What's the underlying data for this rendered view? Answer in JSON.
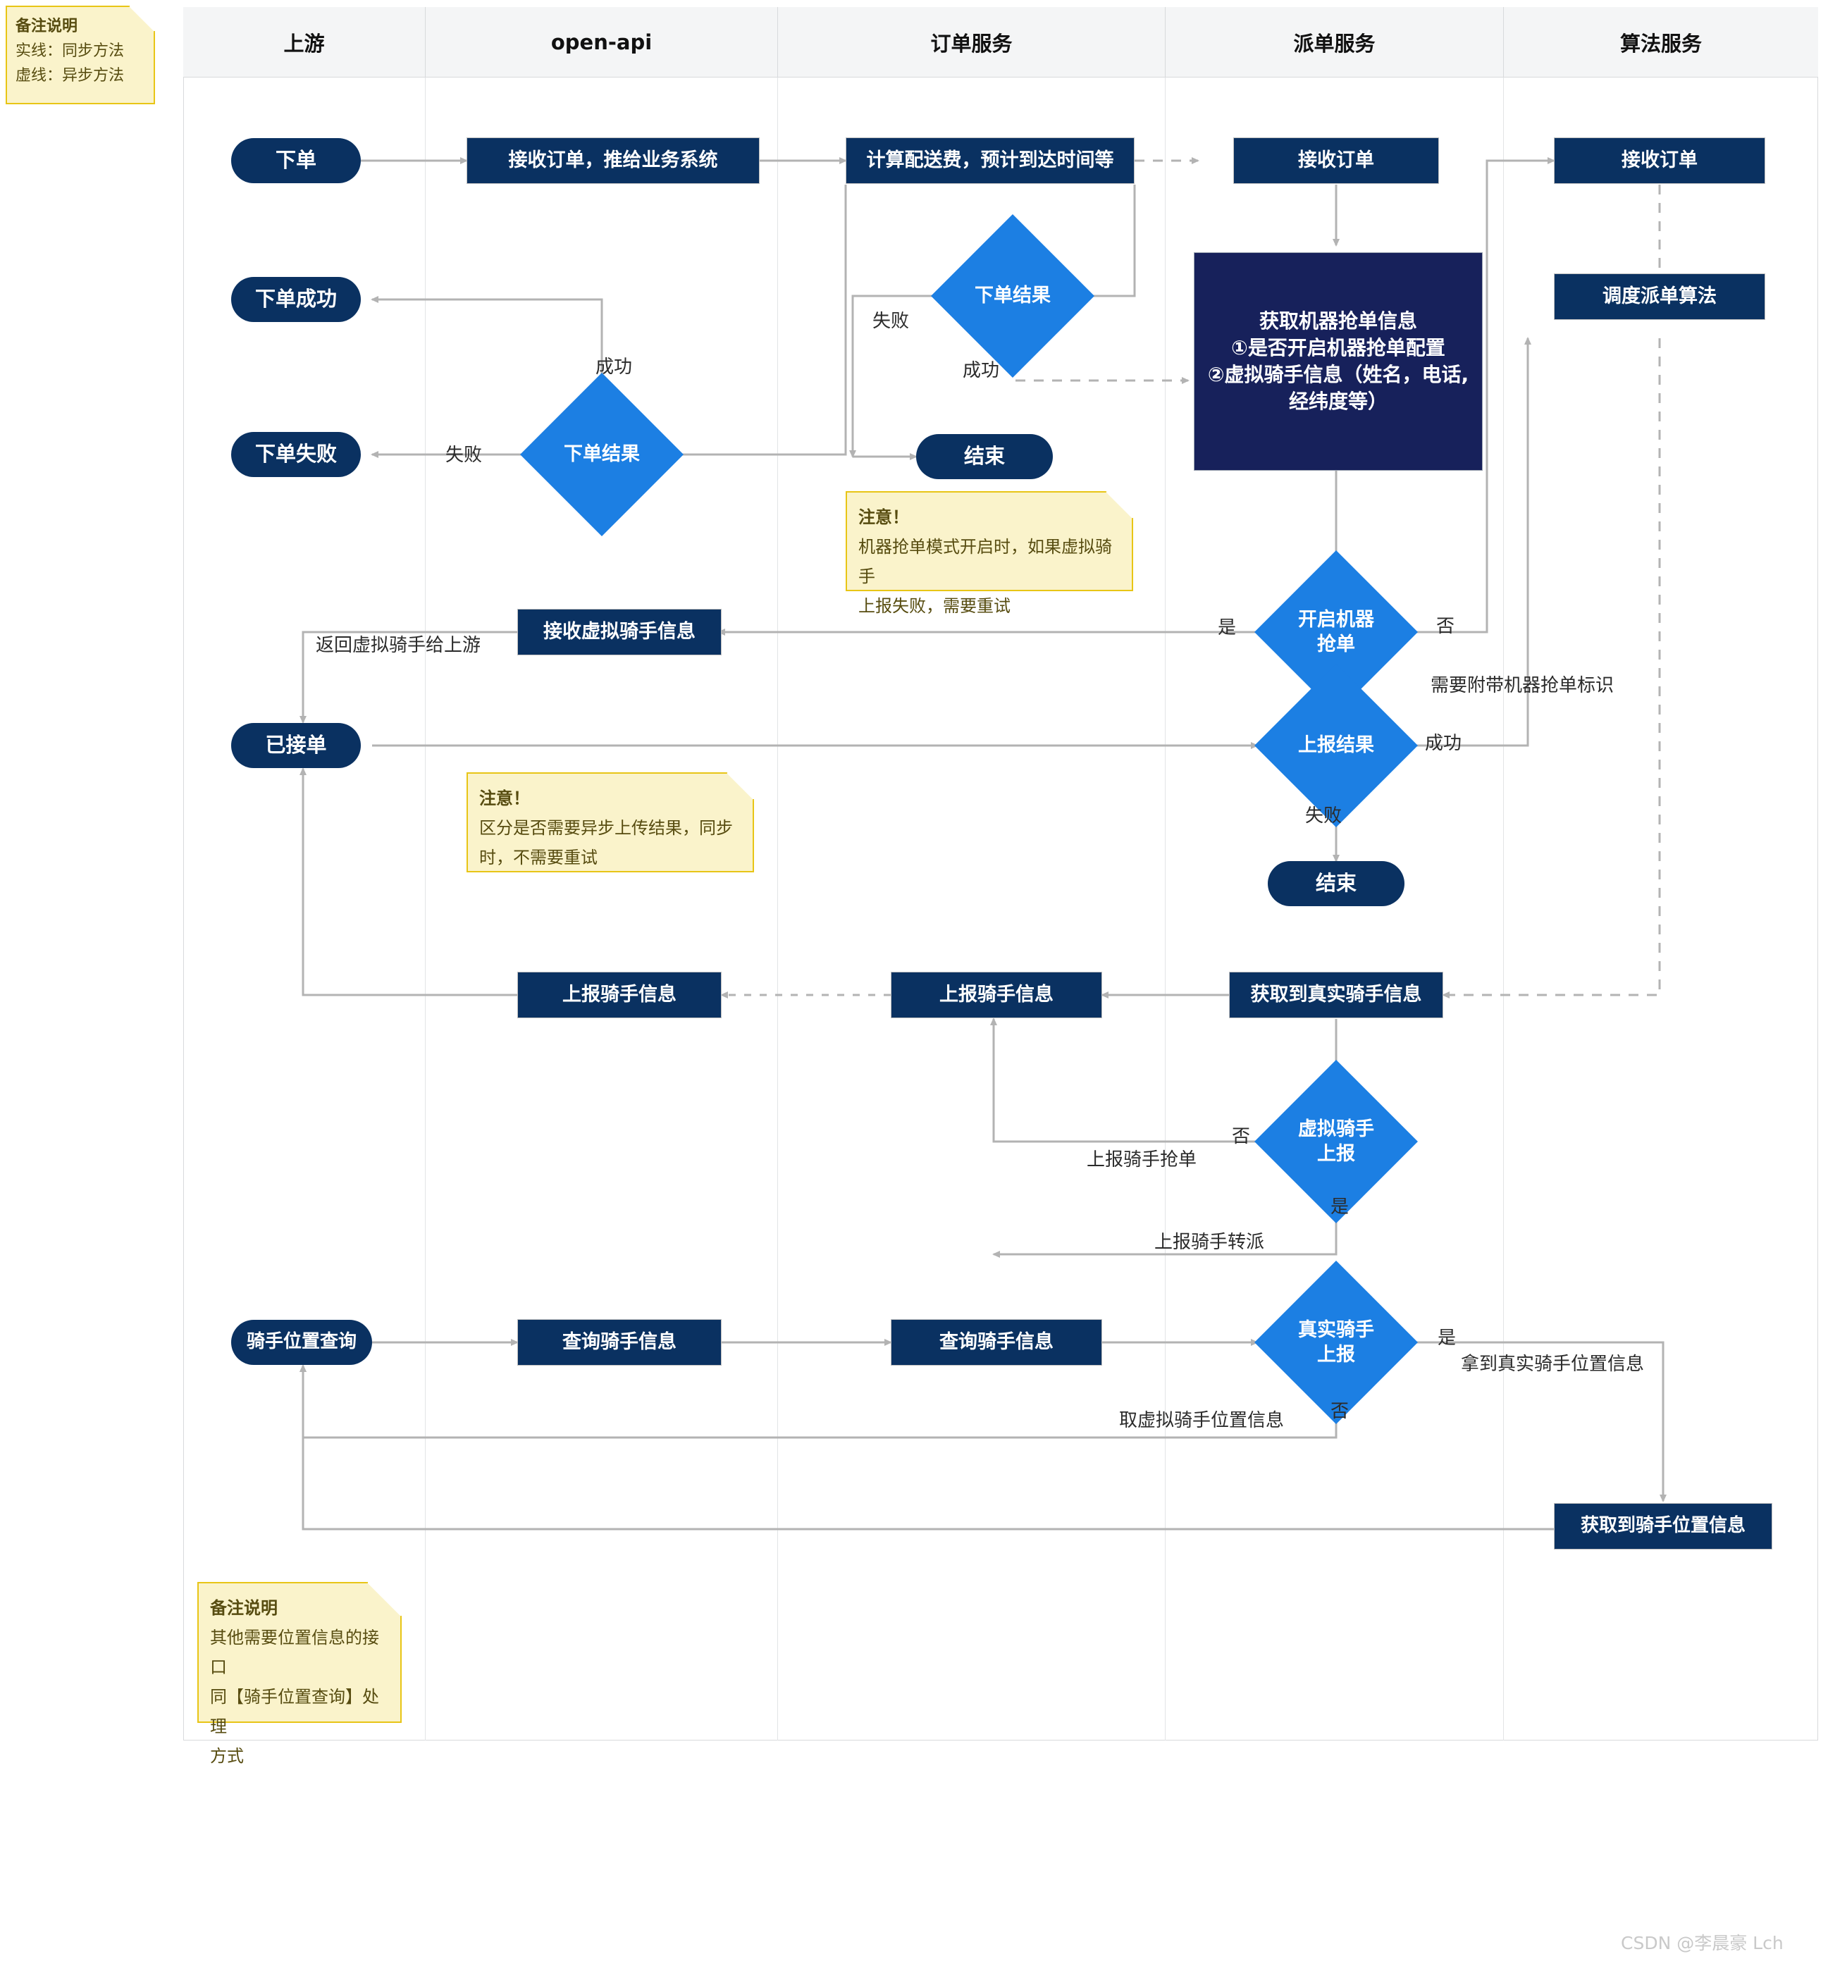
{
  "lanes": [
    {
      "id": "upstream",
      "label": "上游"
    },
    {
      "id": "openapi",
      "label": "open-api"
    },
    {
      "id": "order",
      "label": "订单服务"
    },
    {
      "id": "dispatch",
      "label": "派单服务"
    },
    {
      "id": "algorithm",
      "label": "算法服务"
    }
  ],
  "legend_note": {
    "title": "备注说明",
    "lines": [
      "实线：同步方法",
      "虚线：异步方法"
    ]
  },
  "notes": [
    {
      "id": "note-robot-grab",
      "title": "注意！",
      "lines": [
        "机器抢单模式开启时，如果虚拟骑手",
        "上报失败，需要重试"
      ]
    },
    {
      "id": "note-async-upload",
      "title": "注意！",
      "lines": [
        "区分是否需要异步上传结果，同步",
        "时，不需要重试"
      ]
    },
    {
      "id": "note-location-api",
      "title": "备注说明",
      "lines": [
        "其他需要位置信息的接口",
        "同【骑手位置查询】处理",
        "方式"
      ]
    }
  ],
  "nodes": {
    "place_order": "下单",
    "order_success": "下单成功",
    "order_fail": "下单失败",
    "accepted": "已接单",
    "rider_location_query": "骑手位置查询",
    "receive_order_push": "接收订单，推给业务系统",
    "receive_virtual_rider": "接收虚拟骑手信息",
    "report_rider_info_openapi": "上报骑手信息",
    "query_rider_info_openapi": "查询骑手信息",
    "calc_fee": "计算配送费，预计到达时间等",
    "end_order": "结束",
    "report_rider_info_order": "上报骑手信息",
    "query_rider_info_order": "查询骑手信息",
    "receive_order_dispatch": "接收订单",
    "get_robot_grab_info": [
      "获取机器抢单信息",
      "①是否开启机器抢单配置",
      "②虚拟骑手信息（姓名，电话,",
      "经纬度等）"
    ],
    "end_dispatch": "结束",
    "get_real_rider_info": "获取到真实骑手信息",
    "receive_order_algo": "接收订单",
    "dispatch_algorithm": "调度派单算法",
    "get_rider_location_info": "获取到骑手位置信息"
  },
  "decisions": {
    "order_result_order": "下单结果",
    "order_result_upstream": "下单结果",
    "enable_robot_grab": [
      "开启机器",
      "抢单"
    ],
    "report_result": "上报结果",
    "virtual_rider_report": [
      "虚拟骑手",
      "上报"
    ],
    "real_rider_report": [
      "真实骑手",
      "上报"
    ]
  },
  "edge_labels": {
    "success_1": "成功",
    "fail_1": "失败",
    "fail_2": "失败",
    "success_2": "成功",
    "yes_robot": "是",
    "no_robot": "否",
    "need_robot_flag": "需要附带机器抢单标识",
    "success_report": "成功",
    "fail_report": "失败",
    "return_virtual_rider": "返回虚拟骑手给上游",
    "no_virtual": "否",
    "yes_virtual": "是",
    "report_rider_grab": "上报骑手抢单",
    "report_rider_transfer": "上报骑手转派",
    "yes_real": "是",
    "no_real": "否",
    "get_real_location": "拿到真实骑手位置信息",
    "get_virtual_location": "取虚拟骑手位置信息"
  },
  "watermark": "CSDN @李晨豪 Lch",
  "colors": {
    "dark_navy": "#0A3161",
    "deep_navy": "#17215B",
    "blue_diamond": "#1C7FE3",
    "note_bg": "#FAF3CB",
    "note_border": "#E8C516",
    "lane_header_bg": "#f4f5f6",
    "connector": "#b3b3b3"
  }
}
